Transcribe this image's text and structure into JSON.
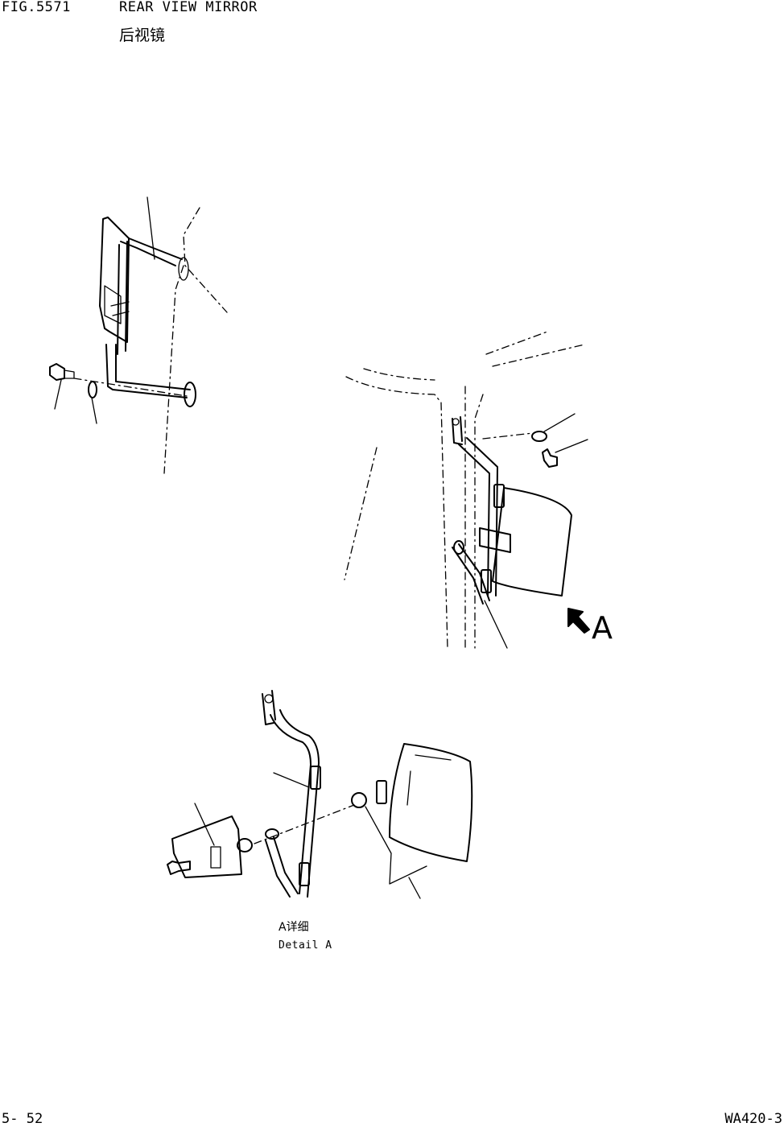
{
  "header": {
    "fig_number": "FIG.5571",
    "title_en": "REAR VIEW MIRROR",
    "title_cn": "后视镜"
  },
  "view_label": "A",
  "detail": {
    "label_cn": "A详细",
    "label_en": "Detail A"
  },
  "footer": {
    "page_number": "5- 52",
    "model_code": "WA420-3"
  },
  "colors": {
    "line": "#000000",
    "background": "#ffffff"
  }
}
